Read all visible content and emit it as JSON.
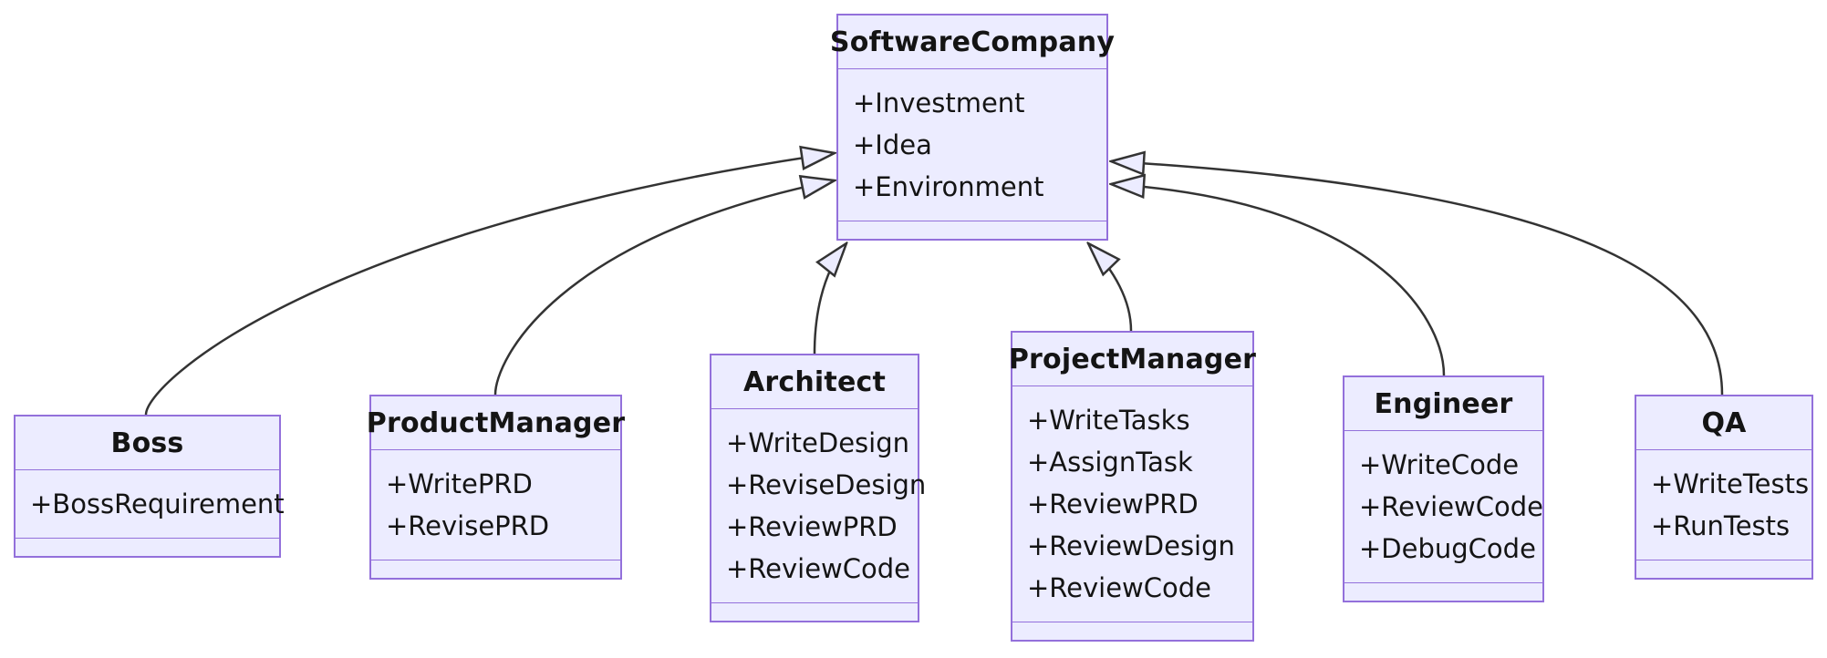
{
  "diagram": {
    "type": "uml-class-diagram",
    "colors": {
      "node_fill": "#ECECFF",
      "node_border": "#9370DB",
      "edge_stroke": "#333333",
      "arrowhead_fill": "#ECECFF",
      "text": "#141414",
      "background": "#FFFFFF"
    },
    "classes": {
      "softwarecompany": {
        "name": "SoftwareCompany",
        "attributes": [
          "+Investment",
          "+Idea",
          "+Environment"
        ]
      },
      "boss": {
        "name": "Boss",
        "attributes": [
          "+BossRequirement"
        ]
      },
      "productmanager": {
        "name": "ProductManager",
        "attributes": [
          "+WritePRD",
          "+RevisePRD"
        ]
      },
      "architect": {
        "name": "Architect",
        "attributes": [
          "+WriteDesign",
          "+ReviseDesign",
          "+ReviewPRD",
          "+ReviewCode"
        ]
      },
      "projectmanager": {
        "name": "ProjectManager",
        "attributes": [
          "+WriteTasks",
          "+AssignTask",
          "+ReviewPRD",
          "+ReviewDesign",
          "+ReviewCode"
        ]
      },
      "engineer": {
        "name": "Engineer",
        "attributes": [
          "+WriteCode",
          "+ReviewCode",
          "+DebugCode"
        ]
      },
      "qa": {
        "name": "QA",
        "attributes": [
          "+WriteTests",
          "+RunTests"
        ]
      }
    },
    "relationships": [
      {
        "from": "Boss",
        "to": "SoftwareCompany",
        "type": "inheritance"
      },
      {
        "from": "ProductManager",
        "to": "SoftwareCompany",
        "type": "inheritance"
      },
      {
        "from": "Architect",
        "to": "SoftwareCompany",
        "type": "inheritance"
      },
      {
        "from": "ProjectManager",
        "to": "SoftwareCompany",
        "type": "inheritance"
      },
      {
        "from": "Engineer",
        "to": "SoftwareCompany",
        "type": "inheritance"
      },
      {
        "from": "QA",
        "to": "SoftwareCompany",
        "type": "inheritance"
      }
    ]
  }
}
